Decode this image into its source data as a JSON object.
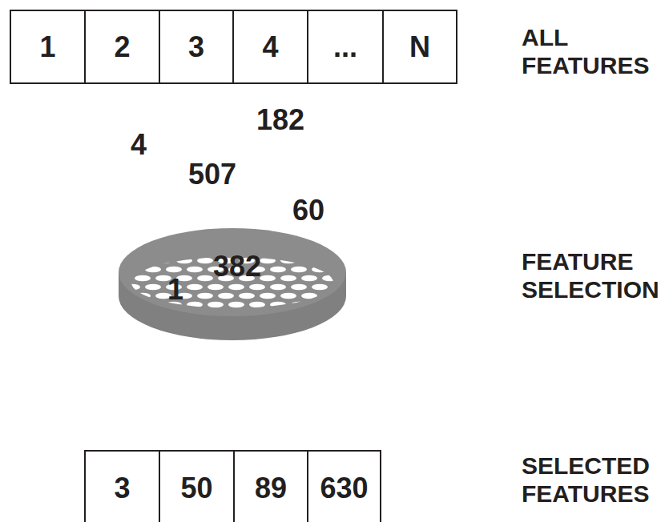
{
  "diagram": {
    "nodes": [
      {
        "text": [
          "1"
        ]
      },
      {
        "text": [
          "2"
        ]
      },
      {
        "text": [
          "3"
        ]
      },
      {
        "text": [
          "4"
        ]
      },
      {
        "text": [
          "..."
        ]
      },
      {
        "text": [
          "N"
        ]
      },
      {
        "text": [
          "3"
        ]
      },
      {
        "text": [
          "50"
        ]
      },
      {
        "text": [
          "89"
        ]
      },
      {
        "text": [
          "630"
        ]
      }
    ],
    "labels": [
      "ALL FEATURES",
      "182",
      "4",
      "507",
      "60",
      "FEATURE SELECTION",
      "382",
      "1",
      "SELECTED FEATURES"
    ]
  }
}
